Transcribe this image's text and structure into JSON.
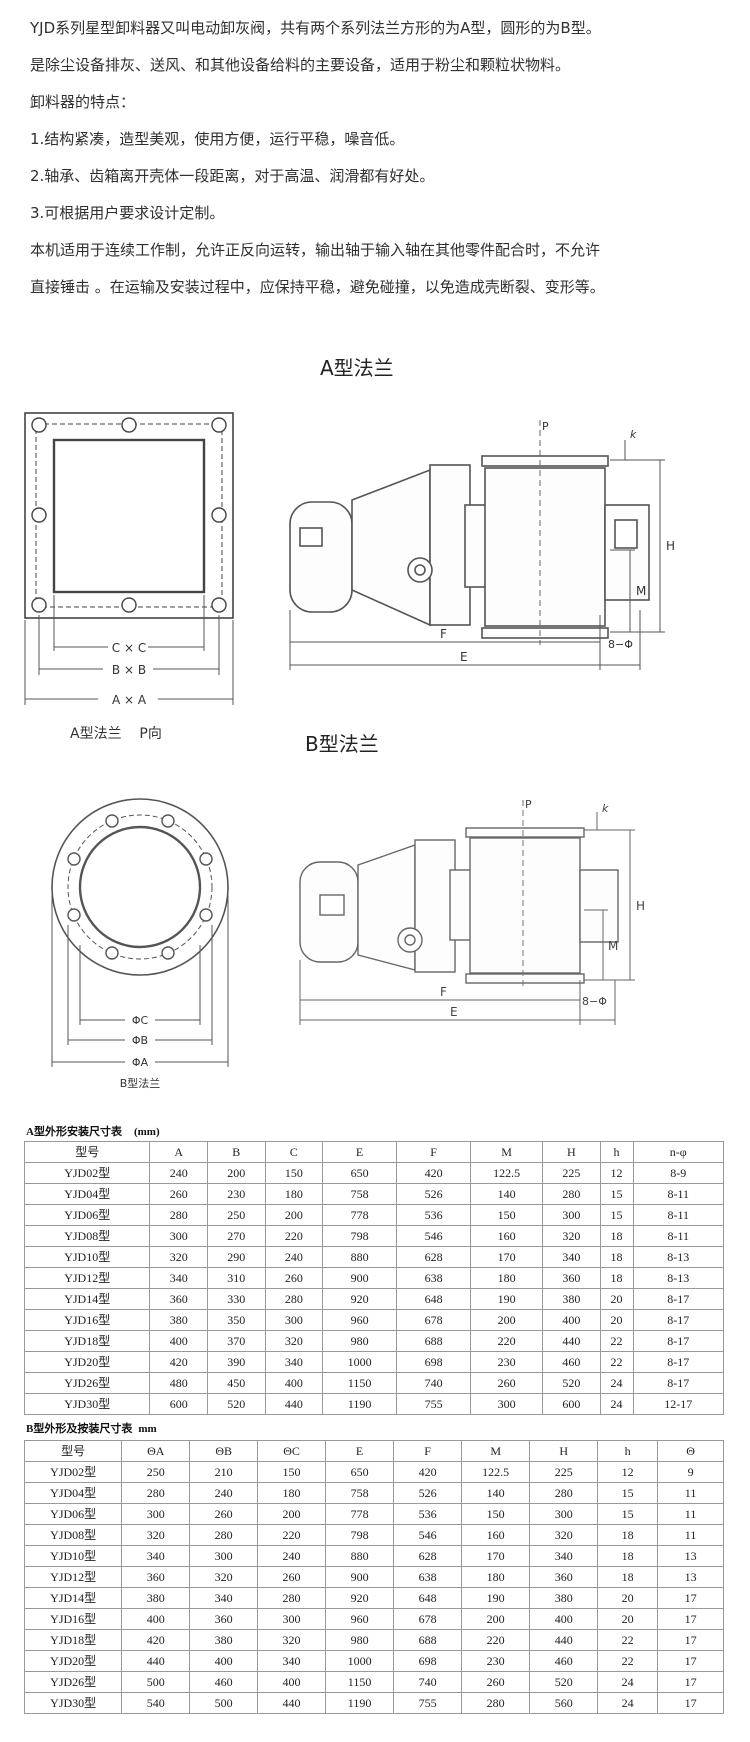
{
  "intro": [
    "YJD系列星型卸料器又叫电动卸灰阀，共有两个系列法兰方形的为A型，圆形的为B型。",
    "是除尘设备排灰、送风、和其他设备给料的主要设备，适用于粉尘和颗粒状物料。",
    "卸料器的特点：",
    "1.结构紧凑，造型美观，使用方便，运行平稳，噪音低。",
    "2.轴承、齿箱离开壳体一段距离，对于高温、润滑都有好处。",
    "3.可根据用户要求设计定制。",
    "本机适用于连续工作制，允许正反向运转，输出轴于输入轴在其他零件配合时，不允许",
    "直接锤击 。在运输及安装过程中，应保持平稳，避免碰撞，以免造成壳断裂、变形等。"
  ],
  "section_a": {
    "title": "A型法兰",
    "front_caption": "A型法兰    P向",
    "dims": {
      "cc": "C × C",
      "bb": "B × B",
      "aa": "A × A"
    },
    "side_labels": {
      "p": "P",
      "k": "k",
      "h": "H",
      "m": "M",
      "f": "F",
      "e": "E",
      "hole": "8−Φ"
    }
  },
  "section_b": {
    "title": "B型法兰",
    "front_caption": "B型法兰",
    "dims": {
      "c": "ΦC",
      "b": "ΦB",
      "a": "ΦA"
    },
    "side_labels": {
      "p": "P",
      "k": "k",
      "h": "H",
      "m": "M",
      "f": "F",
      "e": "E",
      "hole": "8−Φ"
    }
  },
  "table_a": {
    "title": "A型外形安装尺寸表",
    "unit": "(mm)",
    "headers": [
      "型号",
      "A",
      "B",
      "C",
      "E",
      "F",
      "M",
      "H",
      "h",
      "n-φ"
    ],
    "rows": [
      [
        "YJD02型",
        "240",
        "200",
        "150",
        "650",
        "420",
        "122.5",
        "225",
        "12",
        "8-9"
      ],
      [
        "YJD04型",
        "260",
        "230",
        "180",
        "758",
        "526",
        "140",
        "280",
        "15",
        "8-11"
      ],
      [
        "YJD06型",
        "280",
        "250",
        "200",
        "778",
        "536",
        "150",
        "300",
        "15",
        "8-11"
      ],
      [
        "YJD08型",
        "300",
        "270",
        "220",
        "798",
        "546",
        "160",
        "320",
        "18",
        "8-11"
      ],
      [
        "YJD10型",
        "320",
        "290",
        "240",
        "880",
        "628",
        "170",
        "340",
        "18",
        "8-13"
      ],
      [
        "YJD12型",
        "340",
        "310",
        "260",
        "900",
        "638",
        "180",
        "360",
        "18",
        "8-13"
      ],
      [
        "YJD14型",
        "360",
        "330",
        "280",
        "920",
        "648",
        "190",
        "380",
        "20",
        "8-17"
      ],
      [
        "YJD16型",
        "380",
        "350",
        "300",
        "960",
        "678",
        "200",
        "400",
        "20",
        "8-17"
      ],
      [
        "YJD18型",
        "400",
        "370",
        "320",
        "980",
        "688",
        "220",
        "440",
        "22",
        "8-17"
      ],
      [
        "YJD20型",
        "420",
        "390",
        "340",
        "1000",
        "698",
        "230",
        "460",
        "22",
        "8-17"
      ],
      [
        "YJD26型",
        "480",
        "450",
        "400",
        "1150",
        "740",
        "260",
        "520",
        "24",
        "8-17"
      ],
      [
        "YJD30型",
        "600",
        "520",
        "440",
        "1190",
        "755",
        "300",
        "600",
        "24",
        "12-17"
      ]
    ]
  },
  "table_b": {
    "title": "B型外形及按装尺寸表",
    "unit": "mm",
    "headers": [
      "型号",
      "ΘA",
      "ΘB",
      "ΘC",
      "E",
      "F",
      "M",
      "H",
      "h",
      "Θ"
    ],
    "rows": [
      [
        "YJD02型",
        "250",
        "210",
        "150",
        "650",
        "420",
        "122.5",
        "225",
        "12",
        "9"
      ],
      [
        "YJD04型",
        "280",
        "240",
        "180",
        "758",
        "526",
        "140",
        "280",
        "15",
        "11"
      ],
      [
        "YJD06型",
        "300",
        "260",
        "200",
        "778",
        "536",
        "150",
        "300",
        "15",
        "11"
      ],
      [
        "YJD08型",
        "320",
        "280",
        "220",
        "798",
        "546",
        "160",
        "320",
        "18",
        "11"
      ],
      [
        "YJD10型",
        "340",
        "300",
        "240",
        "880",
        "628",
        "170",
        "340",
        "18",
        "13"
      ],
      [
        "YJD12型",
        "360",
        "320",
        "260",
        "900",
        "638",
        "180",
        "360",
        "18",
        "13"
      ],
      [
        "YJD14型",
        "380",
        "340",
        "280",
        "920",
        "648",
        "190",
        "380",
        "20",
        "17"
      ],
      [
        "YJD16型",
        "400",
        "360",
        "300",
        "960",
        "678",
        "200",
        "400",
        "20",
        "17"
      ],
      [
        "YJD18型",
        "420",
        "380",
        "320",
        "980",
        "688",
        "220",
        "440",
        "22",
        "17"
      ],
      [
        "YJD20型",
        "440",
        "400",
        "340",
        "1000",
        "698",
        "230",
        "460",
        "22",
        "17"
      ],
      [
        "YJD26型",
        "500",
        "460",
        "400",
        "1150",
        "740",
        "260",
        "520",
        "24",
        "17"
      ],
      [
        "YJD30型",
        "540",
        "500",
        "440",
        "1190",
        "755",
        "280",
        "560",
        "24",
        "17"
      ]
    ]
  }
}
